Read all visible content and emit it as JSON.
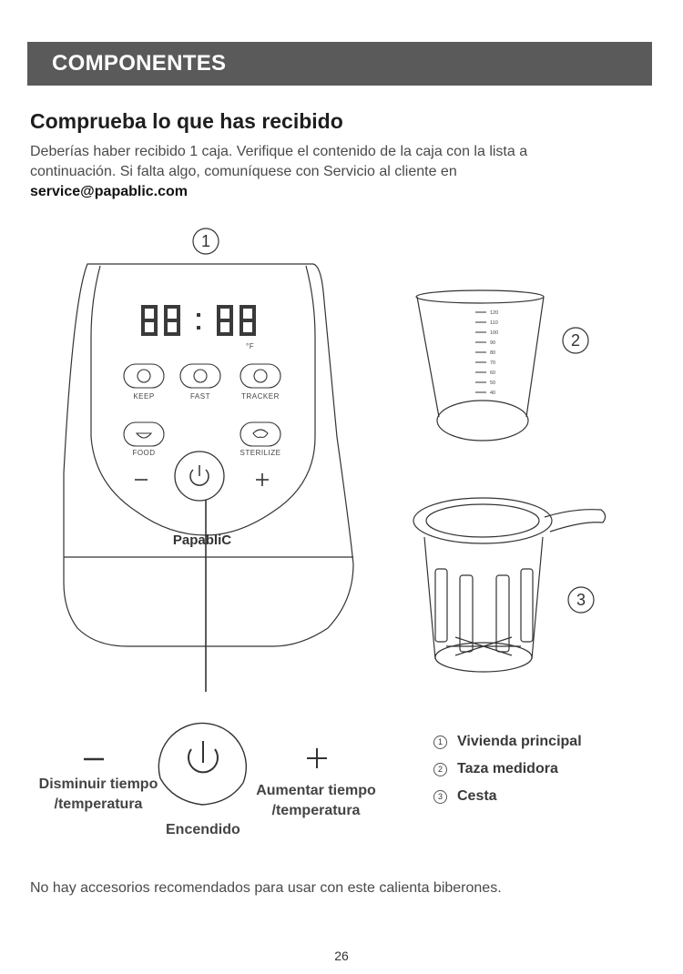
{
  "header": {
    "title": "COMPONENTES"
  },
  "section": {
    "heading": "Comprueba lo que has recibido",
    "intro_line1": "Deberías haber recibido 1 caja. Verifique el contenido de la caja con la lista a",
    "intro_line2": "continuación. Si falta algo, comuníquese con Servicio al cliente en",
    "email": "service@papablic.com"
  },
  "device": {
    "display": "88:88",
    "unit": "°F",
    "buttons": {
      "keep": "KEEP",
      "fast": "FAST",
      "tracker": "TRACKER",
      "food": "FOOD",
      "sterilize": "STERILIZE"
    },
    "brand": "PapabliC"
  },
  "cup_scale": [
    "120",
    "110",
    "100",
    "90",
    "80",
    "70",
    "60",
    "50",
    "40"
  ],
  "callouts": {
    "n1": "1",
    "n2": "2",
    "n3": "3"
  },
  "controls": {
    "minus_symbol": "−",
    "plus_symbol": "+",
    "decrease_line1": "Disminuir tiempo",
    "decrease_line2": "/temperatura",
    "increase_line1": "Aumentar tiempo",
    "increase_line2": "/temperatura",
    "power": "Encendido"
  },
  "legend": [
    {
      "num": "1",
      "label": "Vivienda principal"
    },
    {
      "num": "2",
      "label": "Taza medidora"
    },
    {
      "num": "3",
      "label": "Cesta"
    }
  ],
  "note": "No hay accesorios recomendados para usar con este calienta biberones.",
  "page_number": "26"
}
